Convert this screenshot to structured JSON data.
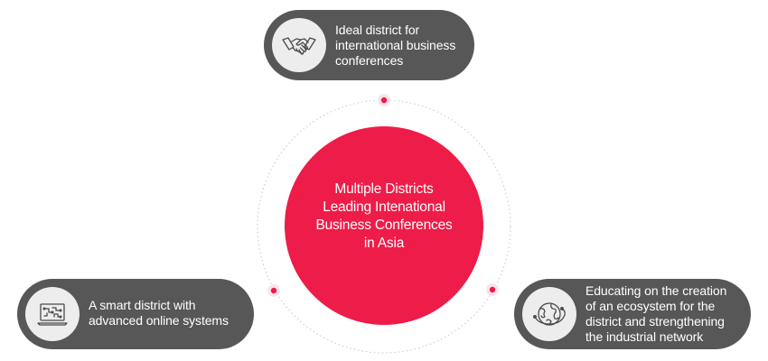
{
  "center": {
    "line1": "Multiple Districts",
    "line2": "Leading Intenational",
    "line3": "Business Conferences",
    "line4": "in Asia"
  },
  "items": [
    {
      "icon": "handshake-icon",
      "line1": "Ideal district for",
      "line2": "international business",
      "line3": "conferences"
    },
    {
      "icon": "laptop-circuit-icon",
      "line1": "A smart district with",
      "line2": "advanced online systems"
    },
    {
      "icon": "globe-network-icon",
      "line1": "Educating on the creation",
      "line2": "of an ecosystem for the",
      "line3": "district and strengthening",
      "line4": "the industrial network"
    }
  ],
  "colors": {
    "accent": "#ee1c48",
    "pill": "#575757",
    "icon_bg": "#ededed",
    "ring": "#cfcfcf"
  }
}
